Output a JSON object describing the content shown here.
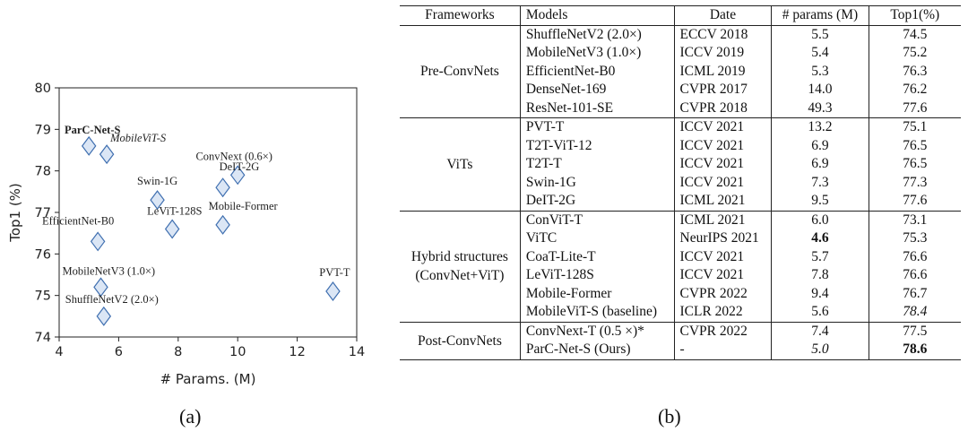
{
  "captions": {
    "left": "(a)",
    "right": "(b)"
  },
  "chart_data": {
    "type": "scatter",
    "xlabel": "# Params. (M)",
    "ylabel": "Top1 (%)",
    "xlim": [
      4,
      14
    ],
    "ylim": [
      74,
      80
    ],
    "xticks": [
      4,
      6,
      8,
      10,
      12,
      14
    ],
    "yticks": [
      74,
      75,
      76,
      77,
      78,
      79,
      80
    ],
    "marker": "diamond",
    "marker_color": "#dbe6f5",
    "marker_edge": "#3f6fb0",
    "points": [
      {
        "name": "ParC-Net-S",
        "x": 5.0,
        "y": 78.6,
        "bold": true,
        "italic": false
      },
      {
        "name": "MobileViT-S",
        "x": 5.6,
        "y": 78.4,
        "bold": false,
        "italic": true
      },
      {
        "name": "ConvNext (0.6×)",
        "x": 10.0,
        "y": 77.9,
        "bold": false,
        "italic": false
      },
      {
        "name": "DeIT-2G",
        "x": 9.5,
        "y": 77.6,
        "bold": false,
        "italic": false
      },
      {
        "name": "Swin-1G",
        "x": 7.3,
        "y": 77.3,
        "bold": false,
        "italic": false
      },
      {
        "name": "Mobile-Former",
        "x": 9.5,
        "y": 76.7,
        "bold": false,
        "italic": false
      },
      {
        "name": "LeViT-128S",
        "x": 7.8,
        "y": 76.6,
        "bold": false,
        "italic": false
      },
      {
        "name": "EfficientNet-B0",
        "x": 5.3,
        "y": 76.3,
        "bold": false,
        "italic": false
      },
      {
        "name": "MobileNetV3 (1.0×)",
        "x": 5.4,
        "y": 75.2,
        "bold": false,
        "italic": false
      },
      {
        "name": "PVT-T",
        "x": 13.2,
        "y": 75.1,
        "bold": false,
        "italic": false
      },
      {
        "name": "ShuffleNetV2 (2.0×)",
        "x": 5.5,
        "y": 74.5,
        "bold": false,
        "italic": false
      }
    ]
  },
  "table": {
    "headers": {
      "frameworks": "Frameworks",
      "models": "Models",
      "date": "Date",
      "params": "# params (M)",
      "top1": "Top1(%)"
    },
    "groups": [
      {
        "framework": [
          "Pre-ConvNets"
        ],
        "rows": [
          {
            "model": "ShuffleNetV2 (2.0×)",
            "date": "ECCV 2018",
            "params": "5.5",
            "top1": "74.5"
          },
          {
            "model": "MobileNetV3 (1.0×)",
            "date": "ICCV 2019",
            "params": "5.4",
            "top1": "75.2"
          },
          {
            "model": "EfficientNet-B0",
            "date": "ICML 2019",
            "params": "5.3",
            "top1": "76.3"
          },
          {
            "model": "DenseNet-169",
            "date": "CVPR 2017",
            "params": "14.0",
            "top1": "76.2"
          },
          {
            "model": "ResNet-101-SE",
            "date": "CVPR 2018",
            "params": "49.3",
            "top1": "77.6"
          }
        ]
      },
      {
        "framework": [
          "ViTs"
        ],
        "rows": [
          {
            "model": "PVT-T",
            "date": "ICCV 2021",
            "params": "13.2",
            "top1": "75.1"
          },
          {
            "model": "T2T-ViT-12",
            "date": "ICCV 2021",
            "params": "6.9",
            "top1": "76.5"
          },
          {
            "model": "T2T-T",
            "date": "ICCV 2021",
            "params": "6.9",
            "top1": "76.5"
          },
          {
            "model": "Swin-1G",
            "date": "ICCV 2021",
            "params": "7.3",
            "top1": "77.3"
          },
          {
            "model": "DeIT-2G",
            "date": "ICML 2021",
            "params": "9.5",
            "top1": "77.6"
          }
        ]
      },
      {
        "framework": [
          "Hybrid structures",
          "(ConvNet+ViT)"
        ],
        "rows": [
          {
            "model": "ConViT-T",
            "date": "ICML 2021",
            "params": "6.0",
            "top1": "73.1"
          },
          {
            "model": "ViTC",
            "date": "NeurIPS 2021",
            "params": "4.6",
            "top1": "75.3",
            "params_style": "b"
          },
          {
            "model": "CoaT-Lite-T",
            "date": "ICCV 2021",
            "params": "5.7",
            "top1": "76.6"
          },
          {
            "model": "LeViT-128S",
            "date": "ICCV 2021",
            "params": "7.8",
            "top1": "76.6"
          },
          {
            "model": "Mobile-Former",
            "date": "CVPR 2022",
            "params": "9.4",
            "top1": "76.7"
          },
          {
            "model": "MobileViT-S (baseline)",
            "date": "ICLR 2022",
            "params": "5.6",
            "top1": "78.4",
            "top1_style": "i"
          }
        ]
      },
      {
        "framework": [
          "Post-ConvNets"
        ],
        "rows": [
          {
            "model": "ConvNext-T (0.5 ×)*",
            "date": "CVPR 2022",
            "params": "7.4",
            "top1": "77.5"
          },
          {
            "model": "ParC-Net-S  (Ours)",
            "date": "-",
            "params": "5.0",
            "top1": "78.6",
            "params_style": "i",
            "top1_style": "b"
          }
        ]
      }
    ]
  }
}
